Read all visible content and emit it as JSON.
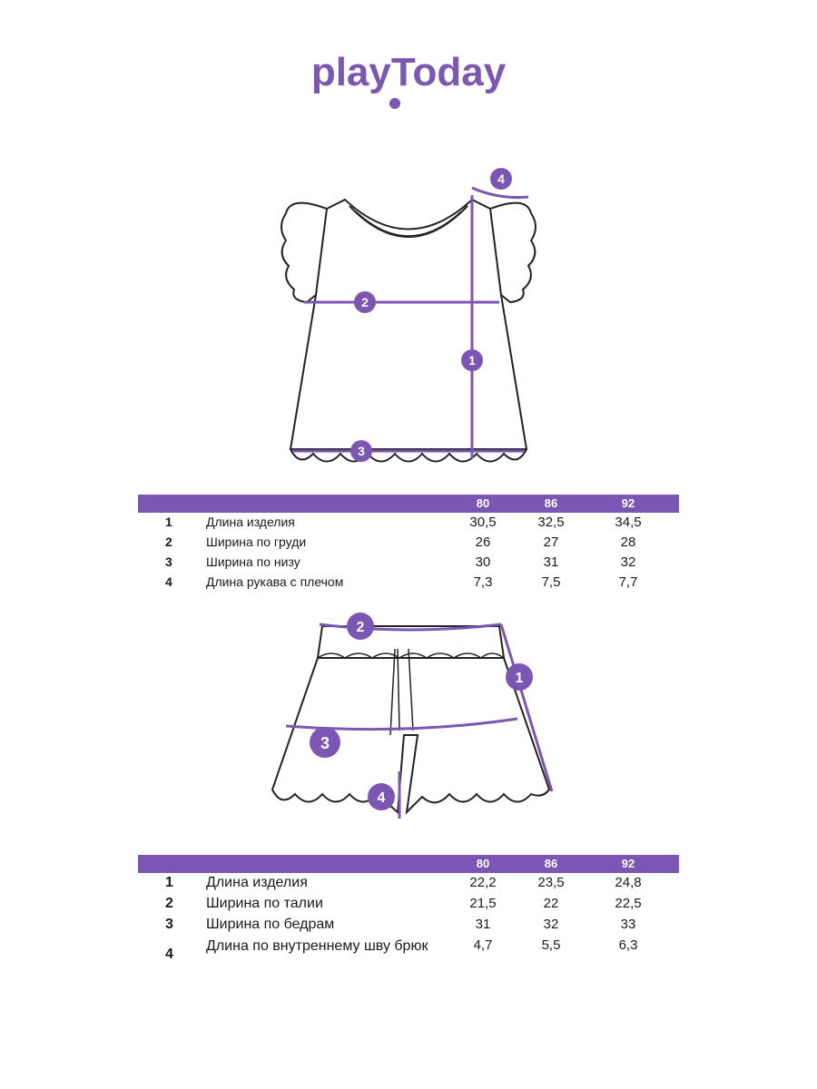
{
  "brand": {
    "name": "playToday",
    "color": "#7b57b3"
  },
  "top_table": {
    "sizes": [
      "80",
      "86",
      "92"
    ],
    "rows": [
      {
        "num": "1",
        "label": "Длина изделия",
        "values": [
          "30,5",
          "32,5",
          "34,5"
        ]
      },
      {
        "num": "2",
        "label": "Ширина по груди",
        "values": [
          "26",
          "27",
          "28"
        ]
      },
      {
        "num": "3",
        "label": "Ширина по низу",
        "values": [
          "30",
          "31",
          "32"
        ]
      },
      {
        "num": "4",
        "label": "Длина рукава с плечом",
        "values": [
          "7,3",
          "7,5",
          "7,7"
        ]
      }
    ]
  },
  "bottom_table": {
    "sizes": [
      "80",
      "86",
      "92"
    ],
    "rows": [
      {
        "num": "1",
        "label": "Длина изделия",
        "values": [
          "22,2",
          "23,5",
          "24,8"
        ]
      },
      {
        "num": "2",
        "label": "Ширина по талии",
        "values": [
          "21,5",
          "22",
          "22,5"
        ]
      },
      {
        "num": "3",
        "label": "Ширина по бедрам",
        "values": [
          "31",
          "32",
          "33"
        ]
      },
      {
        "num": "4",
        "label": "Длина по внутреннему шву брюк",
        "values": [
          "4,7",
          "5,5",
          "6,3"
        ]
      }
    ]
  },
  "top_markers": [
    "1",
    "2",
    "3",
    "4"
  ],
  "bottom_markers": [
    "1",
    "2",
    "3",
    "4"
  ]
}
